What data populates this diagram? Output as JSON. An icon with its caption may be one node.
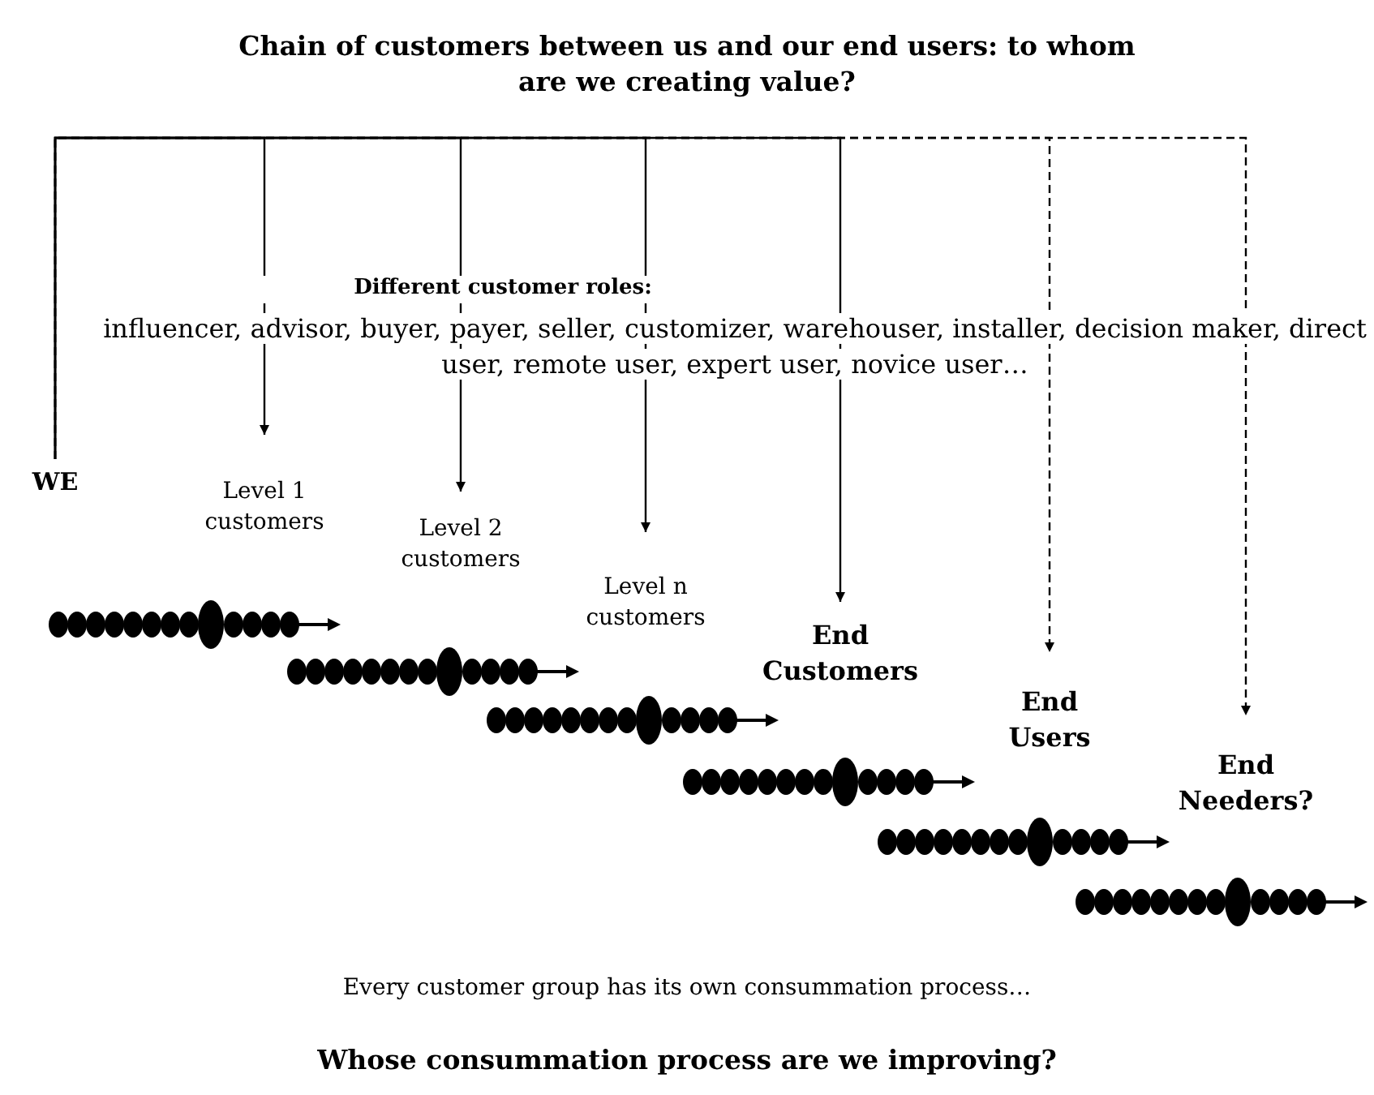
{
  "diagram": {
    "title": "Chain of customers between us and our end users: to whom are we creating value?",
    "nodes": [
      {
        "text": [
          "WE"
        ]
      },
      {
        "text": [
          "Level 1 customers"
        ]
      },
      {
        "text": [
          "Level 2 customers"
        ]
      },
      {
        "text": [
          "Level n customers"
        ]
      },
      {
        "text": [
          "End Customers"
        ]
      },
      {
        "text": [
          "End Users"
        ]
      },
      {
        "text": [
          "End Needers?"
        ]
      }
    ],
    "edges": [
      {
        "from": 0,
        "to": 1,
        "arrow": "to"
      },
      {
        "from": 0,
        "to": 2,
        "arrow": "to"
      },
      {
        "from": 0,
        "to": 3,
        "arrow": "to"
      },
      {
        "from": 0,
        "to": 4,
        "arrow": "to"
      },
      {
        "from": 0,
        "to": 5,
        "arrow": "to",
        "style": "dashed"
      },
      {
        "from": 0,
        "to": 6,
        "arrow": "to",
        "style": "dashed"
      }
    ],
    "labels": [
      "Different customer roles:",
      "influencer, advisor, buyer, payer, seller, customizer, warehouser, installer, decision maker, direct user, remote user, expert user, novice user…",
      "Every customer group has its own consummation process…",
      "Whose consummation process are we improving?"
    ]
  }
}
